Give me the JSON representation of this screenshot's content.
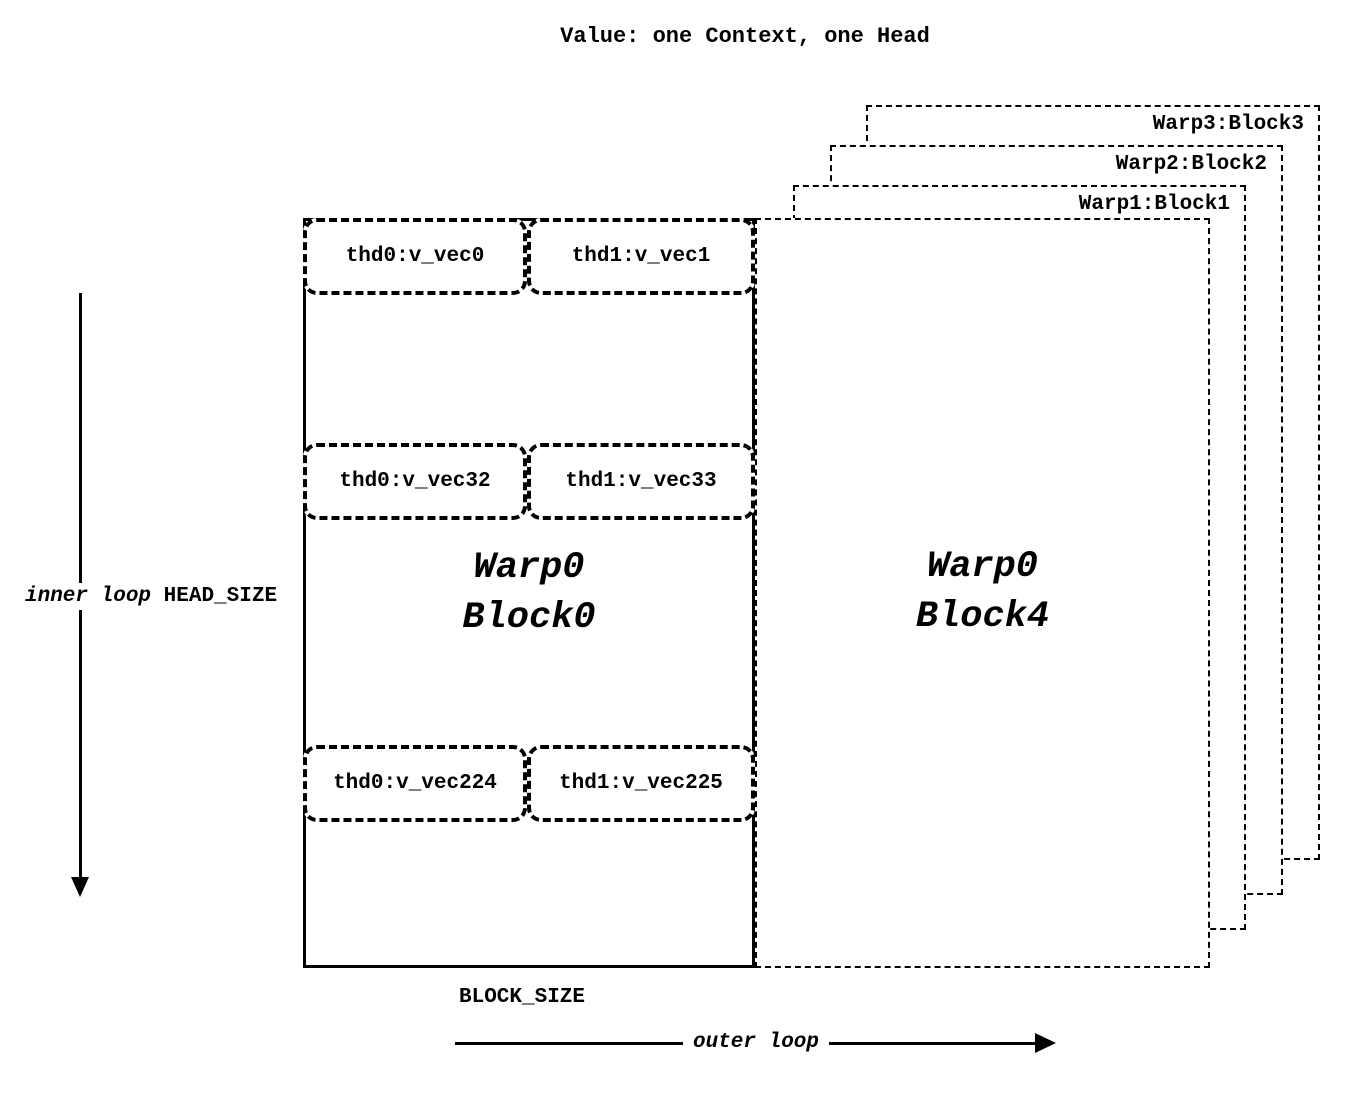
{
  "title": "Value: one Context, one Head",
  "ink_color": "#000000",
  "background_blocks": [
    {
      "label": "Warp3:Block3"
    },
    {
      "label": "Warp2:Block2"
    },
    {
      "label": "Warp1:Block1"
    }
  ],
  "main_block": {
    "title_line1": "Warp0",
    "title_line2": "Block0",
    "rows": [
      {
        "left": "thd0:v_vec0",
        "right": "thd1:v_vec1"
      },
      {
        "left": "thd0:v_vec32",
        "right": "thd1:v_vec33"
      },
      {
        "left": "thd0:v_vec224",
        "right": "thd1:v_vec225"
      }
    ]
  },
  "right_block": {
    "title_line1": "Warp0",
    "title_line2": "Block4"
  },
  "labels": {
    "inner_loop": "inner loop",
    "head_size": "HEAD_SIZE",
    "block_size": "BLOCK_SIZE",
    "outer_loop": "outer loop"
  }
}
